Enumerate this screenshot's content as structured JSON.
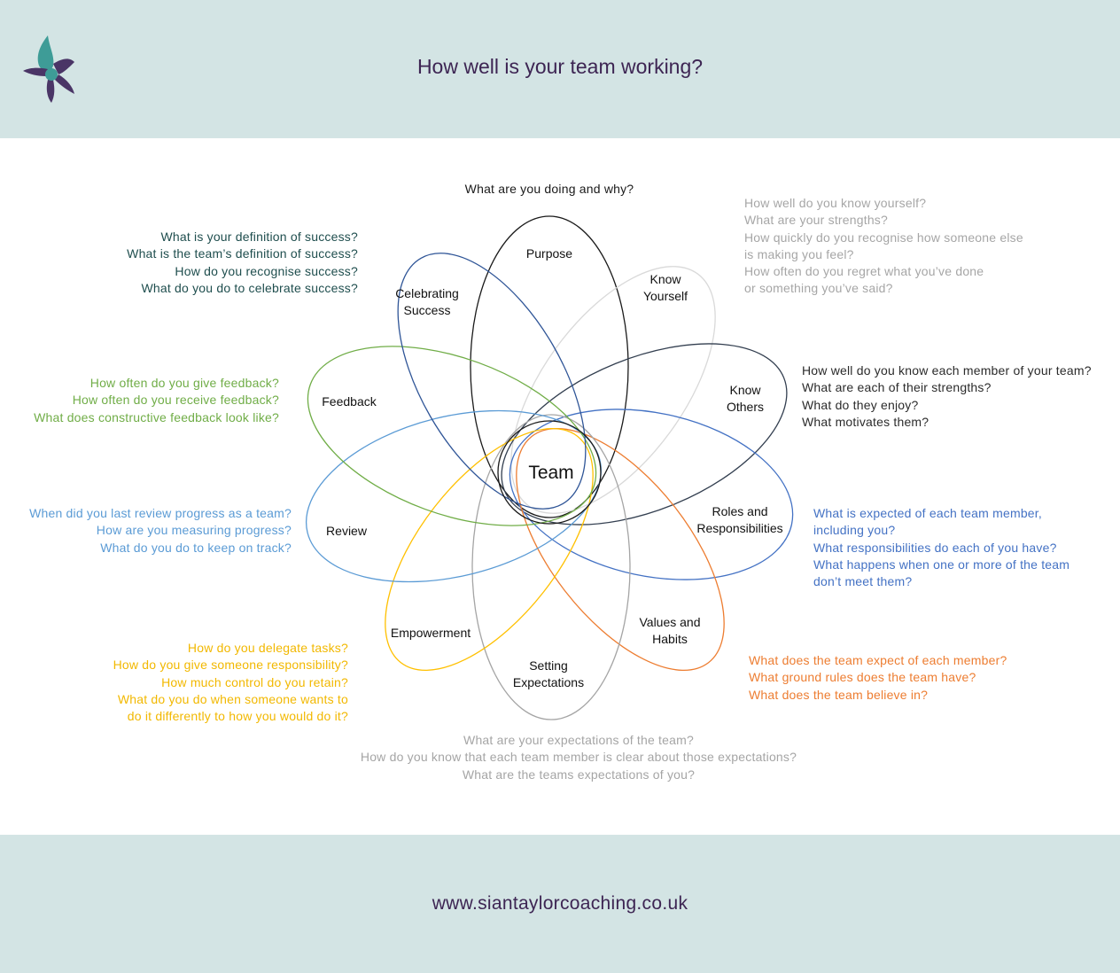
{
  "header": {
    "title": "How well is your team working?"
  },
  "footer": {
    "url": "www.siantaylorcoaching.co.uk"
  },
  "center": {
    "label": "Team"
  },
  "petals": [
    {
      "id": "purpose",
      "label": [
        "Purpose"
      ],
      "color": "#1a1a1a",
      "questions": [
        "What are you doing and why?"
      ]
    },
    {
      "id": "know-yourself",
      "label": [
        "Know",
        "Yourself"
      ],
      "color": "#d9d9d9",
      "text_color": "#a6a6a6",
      "questions": [
        "How well do you know yourself?",
        "What are your strengths?",
        "How quickly do you recognise how someone else",
        "is making you feel?",
        "How often do you regret what you’ve done",
        "or something you’ve said?"
      ]
    },
    {
      "id": "know-others",
      "label": [
        "Know",
        "Others"
      ],
      "color": "#333f50",
      "text_color": "#2b2b2b",
      "questions": [
        "How well do you know each member of your team?",
        "What are each of their strengths?",
        "What do they enjoy?",
        "What motivates them?"
      ]
    },
    {
      "id": "roles",
      "label": [
        "Roles and",
        "Responsibilities"
      ],
      "color": "#4472c4",
      "questions": [
        "What is expected of each team member,",
        "including you?",
        "What responsibilities do each of you have?",
        "What happens when one or more of the team",
        "don’t meet them?"
      ]
    },
    {
      "id": "values",
      "label": [
        "Values and",
        "Habits"
      ],
      "color": "#ed7d31",
      "questions": [
        "What does the team expect of each member?",
        "What ground rules does the team have?",
        "What does the team believe in?"
      ]
    },
    {
      "id": "expectations",
      "label": [
        "Setting",
        "Expectations"
      ],
      "color": "#a5a5a5",
      "questions": [
        "What are your expectations of the team?",
        "How do you know that each team member is clear about those expectations?",
        "What are the teams expectations of you?"
      ]
    },
    {
      "id": "empowerment",
      "label": [
        "Empowerment"
      ],
      "color": "#ffc000",
      "text_color": "#f2b800",
      "questions": [
        "How do you delegate tasks?",
        "How do you give someone responsibility?",
        "How much control do you retain?",
        "What do you do when someone wants to",
        "do it differently to how you would do it?"
      ]
    },
    {
      "id": "review",
      "label": [
        "Review"
      ],
      "color": "#5b9bd5",
      "questions": [
        "When did you last review progress as a team?",
        "How are you measuring progress?",
        "What do you do to keep on track?"
      ]
    },
    {
      "id": "feedback",
      "label": [
        "Feedback"
      ],
      "color": "#70ad47",
      "questions": [
        "How often do you give feedback?",
        "How often do you receive feedback?",
        "What does constructive feedback look like?"
      ]
    },
    {
      "id": "celebrating",
      "label": [
        "Celebrating",
        "Success"
      ],
      "color": "#2f5597",
      "text_color": "#1f4e4e",
      "questions": [
        "What is your definition of success?",
        "What is the team’s definition of success?",
        "How do you recognise success?",
        "What do you do to celebrate success?"
      ]
    }
  ],
  "logo": {
    "icon": "flower-logo-icon",
    "colors": [
      "#3e9c97",
      "#4a3566"
    ]
  }
}
